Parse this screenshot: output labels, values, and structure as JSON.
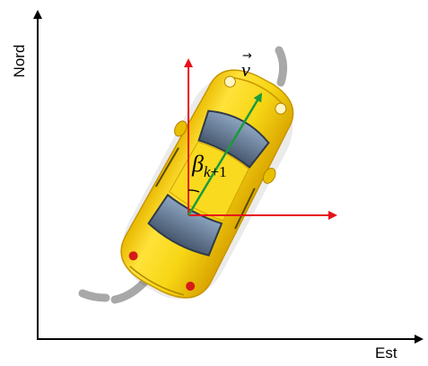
{
  "axes": {
    "north_label": "Nord",
    "east_label": "Est"
  },
  "vectors": {
    "velocity_symbol": "v",
    "velocity_arrow": "⃗",
    "angle_symbol": "β",
    "angle_subscript_k": "k",
    "angle_subscript_rest": "+1"
  },
  "colors": {
    "axis": "#000000",
    "reference_frame": "#e8101a",
    "velocity_vector": "#1a9a3c",
    "road_marking": "#a8a8a8",
    "car_body": "#f5d20f",
    "car_body_shadow": "#d9a800",
    "car_window": "#5d6f86",
    "car_tail_light": "#d61a1a"
  },
  "icons": {
    "car": "car-top-view-icon"
  }
}
